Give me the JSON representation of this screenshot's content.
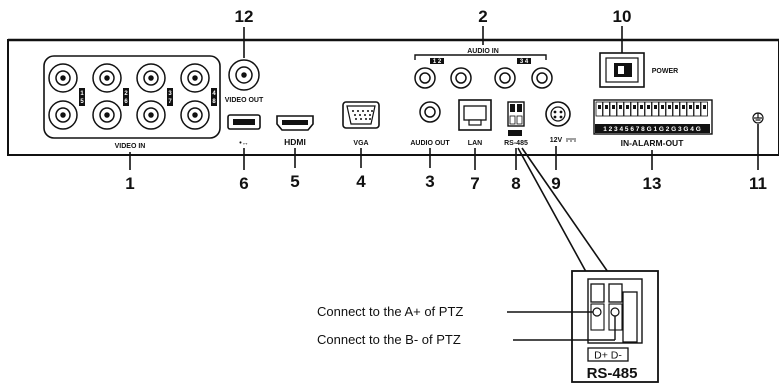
{
  "callouts": {
    "n1": "1",
    "n2": "2",
    "n3": "3",
    "n4": "4",
    "n5": "5",
    "n6": "6",
    "n7": "7",
    "n8": "8",
    "n9": "9",
    "n10": "10",
    "n11": "11",
    "n12": "12",
    "n13": "13"
  },
  "panel_labels": {
    "video_in": "VIDEO IN",
    "video_out": "VIDEO OUT",
    "usb": "•↔",
    "hdmi": "HDMI",
    "vga": "VGA",
    "audio_in": "AUDIO IN",
    "audio_out": "AUDIO OUT",
    "lan": "LAN",
    "rs485_small": "RS-485",
    "dc": "12V",
    "power": "POWER",
    "alarm": "IN-ALARM-OUT",
    "alarm_pins": "1 2 3 4 5 6 7 8 G 1 G 2 G 3 G 4 G",
    "audio_in_pair1": "1 2",
    "audio_in_pair2": "3 4",
    "video_in_channels": [
      "1",
      "2",
      "3",
      "4",
      "5",
      "6",
      "7",
      "8"
    ]
  },
  "annotations": {
    "a_plus": "Connect to the A+ of PTZ",
    "b_minus": "Connect to the B- of PTZ"
  },
  "inset": {
    "terminal_label": "D+ D-",
    "title": "RS-485"
  }
}
